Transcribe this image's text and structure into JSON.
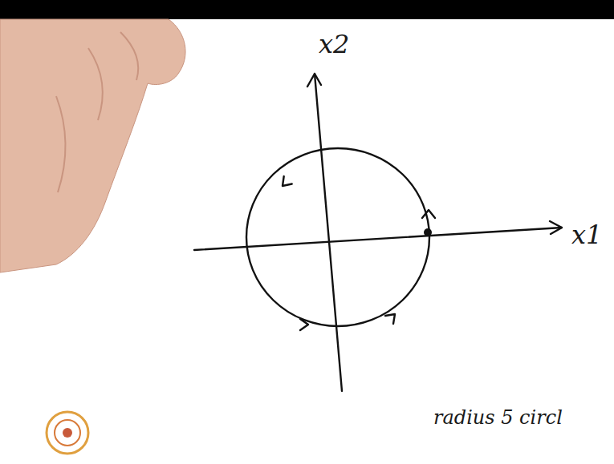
{
  "diagram": {
    "labels": [
      "x2",
      "x1",
      "radius 5 circl"
    ]
  }
}
